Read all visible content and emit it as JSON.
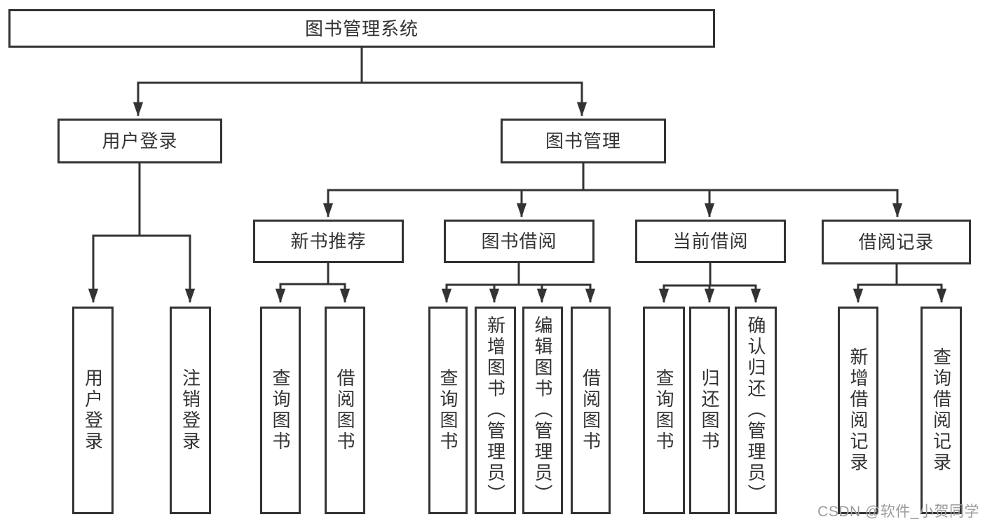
{
  "diagram_title": "图书管理系统",
  "colors": {
    "line": "#333333",
    "box_border": "#333333",
    "text": "#333333",
    "watermark": "#9b9b9b",
    "background": "#ffffff"
  },
  "tree": {
    "label": "图书管理系统",
    "children": [
      {
        "label": "用户登录",
        "children": [
          {
            "label": "用户登录"
          },
          {
            "label": "注销登录"
          }
        ]
      },
      {
        "label": "图书管理",
        "children": [
          {
            "label": "新书推荐",
            "children": [
              {
                "label": "查询图书"
              },
              {
                "label": "借阅图书"
              }
            ]
          },
          {
            "label": "图书借阅",
            "children": [
              {
                "label": "查询图书"
              },
              {
                "label": "新增图书（管理员）"
              },
              {
                "label": "编辑图书（管理员）"
              },
              {
                "label": "借阅图书"
              }
            ]
          },
          {
            "label": "当前借阅",
            "children": [
              {
                "label": "查询图书"
              },
              {
                "label": "归还图书"
              },
              {
                "label": "确认归还（管理员）"
              }
            ]
          },
          {
            "label": "借阅记录",
            "children": [
              {
                "label": "新增借阅记录"
              },
              {
                "label": "查询借阅记录"
              }
            ]
          }
        ]
      }
    ]
  },
  "watermark": {
    "text": "CSDN @软件_小贺同学"
  }
}
